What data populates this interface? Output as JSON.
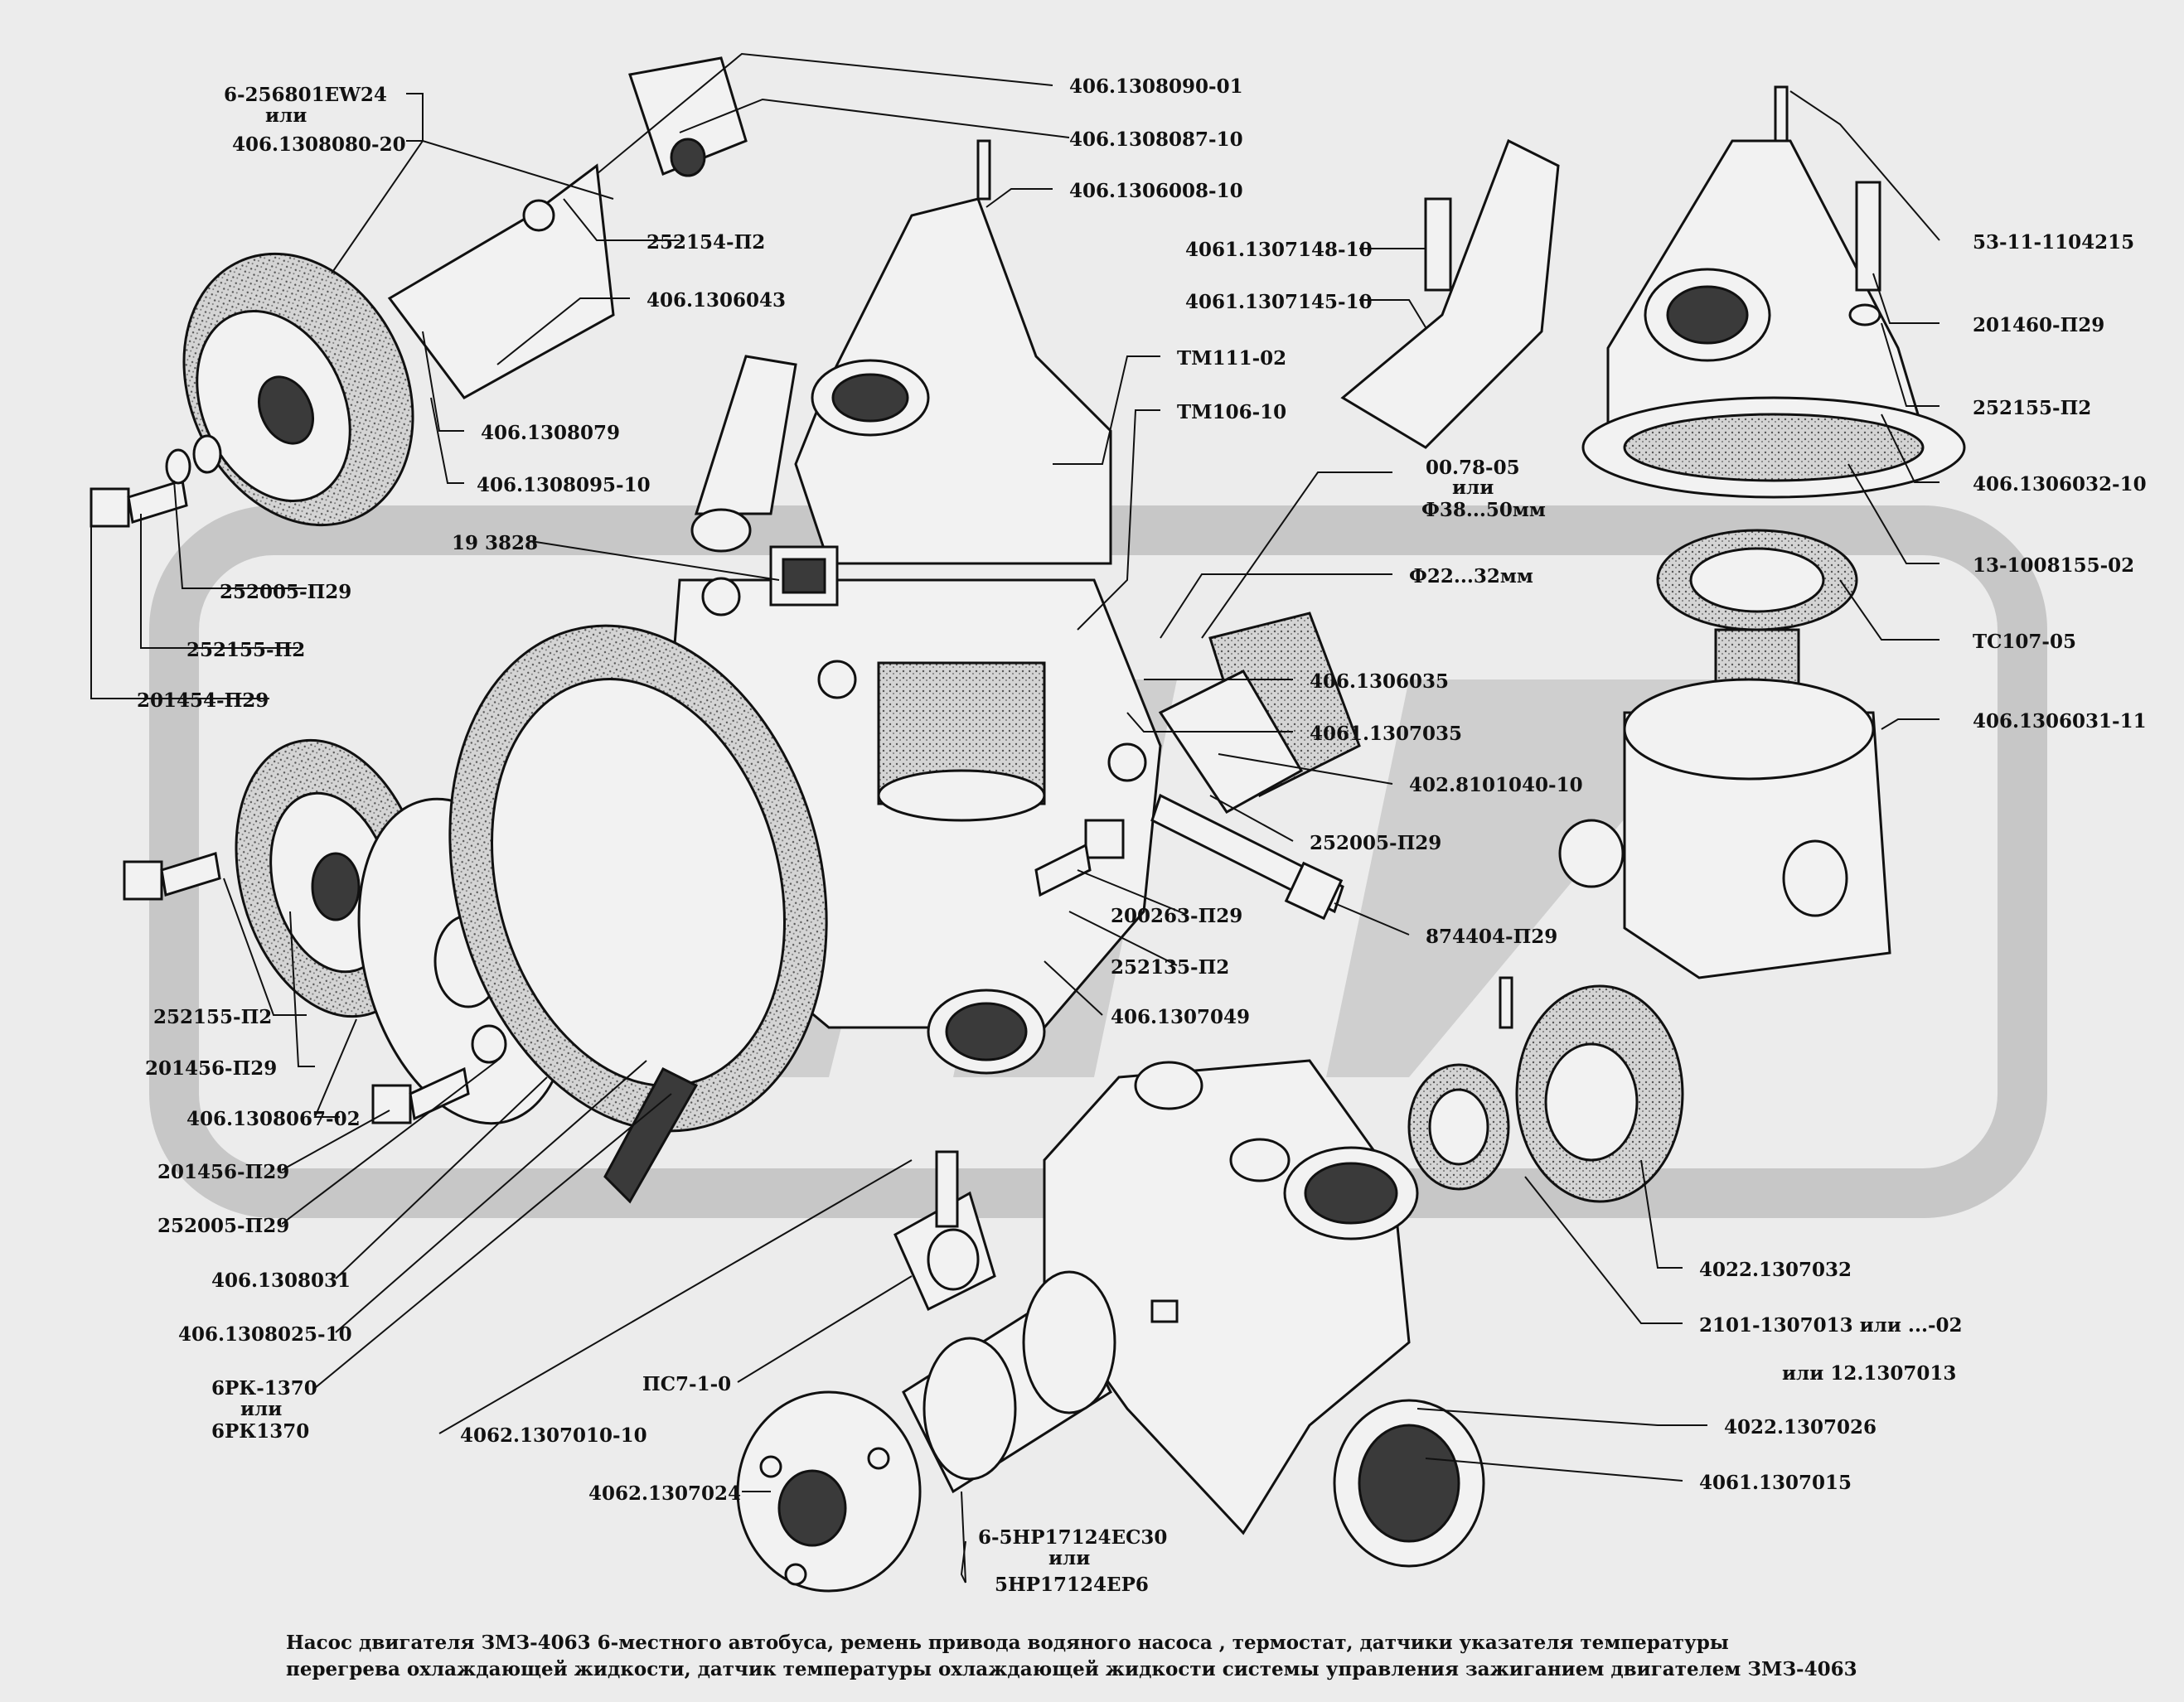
{
  "labels": {
    "l01": "6-256801EW24",
    "l01b": "или",
    "l02": "406.1308080-20",
    "l03": "406.1308090-01",
    "l04": "406.1308087-10",
    "l05": "406.1306008-10",
    "l06": "252154-П2",
    "l07": "406.1306043",
    "l08": "4061.1307148-10",
    "l09": "4061.1307145-10",
    "l10": "ТМ111-02",
    "l11": "ТМ106-10",
    "l12": "406.1308079",
    "l13": "406.1308095-10",
    "l14": "00.78-05",
    "l14b": "или",
    "l14c": "Ф38...50мм",
    "l15": "19  3828",
    "l16": "Ф22...32мм",
    "l17": "252005-П29",
    "l18": "252155-П2",
    "l19": "201454-П29",
    "l20": "406.1306035",
    "l21": "4061.1307035",
    "l22": "402.8101040-10",
    "l23": "252005-П29",
    "l24": "200263-П29",
    "l25": "874404-П29",
    "l26": "252135-П2",
    "l27": "406.1307049",
    "l28": "252155-П2",
    "l29": "201456-П29",
    "l30": "406.1308067-02",
    "l31": "201456-П29",
    "l32": "252005-П29",
    "l33": "406.1308031",
    "l34": "406.1308025-10",
    "l35": "6РК-1370",
    "l35b": "или",
    "l35c": "6РК1370",
    "l36": "ПС7-1-0",
    "l37": "4062.1307010-10",
    "l38": "4062.1307024",
    "l39": "6-5НР17124ЕС30",
    "l39b": "или",
    "l39c": "5НР17124ЕР6",
    "r01": "53-11-1104215",
    "r02": "201460-П29",
    "r03": "252155-П2",
    "r04": "406.1306032-10",
    "r05": "13-1008155-02",
    "r06": "ТС107-05",
    "r07": "406.1306031-11",
    "r08": "4022.1307032",
    "r09": "2101-1307013 или  ...-02",
    "r10": "или  12.1307013",
    "r11": "4022.1307026",
    "r12": "4061.1307015"
  },
  "caption": {
    "line1": "Насос двигателя ЗМЗ-4063  6-местного автобуса, ремень привода водяного насоса , термостат, датчики указателя температуры",
    "line2": "перегрева охлаждающей жидкости, датчик температуры охлаждающей жидкости системы  управления зажиганием двигателем ЗМЗ-4063"
  }
}
